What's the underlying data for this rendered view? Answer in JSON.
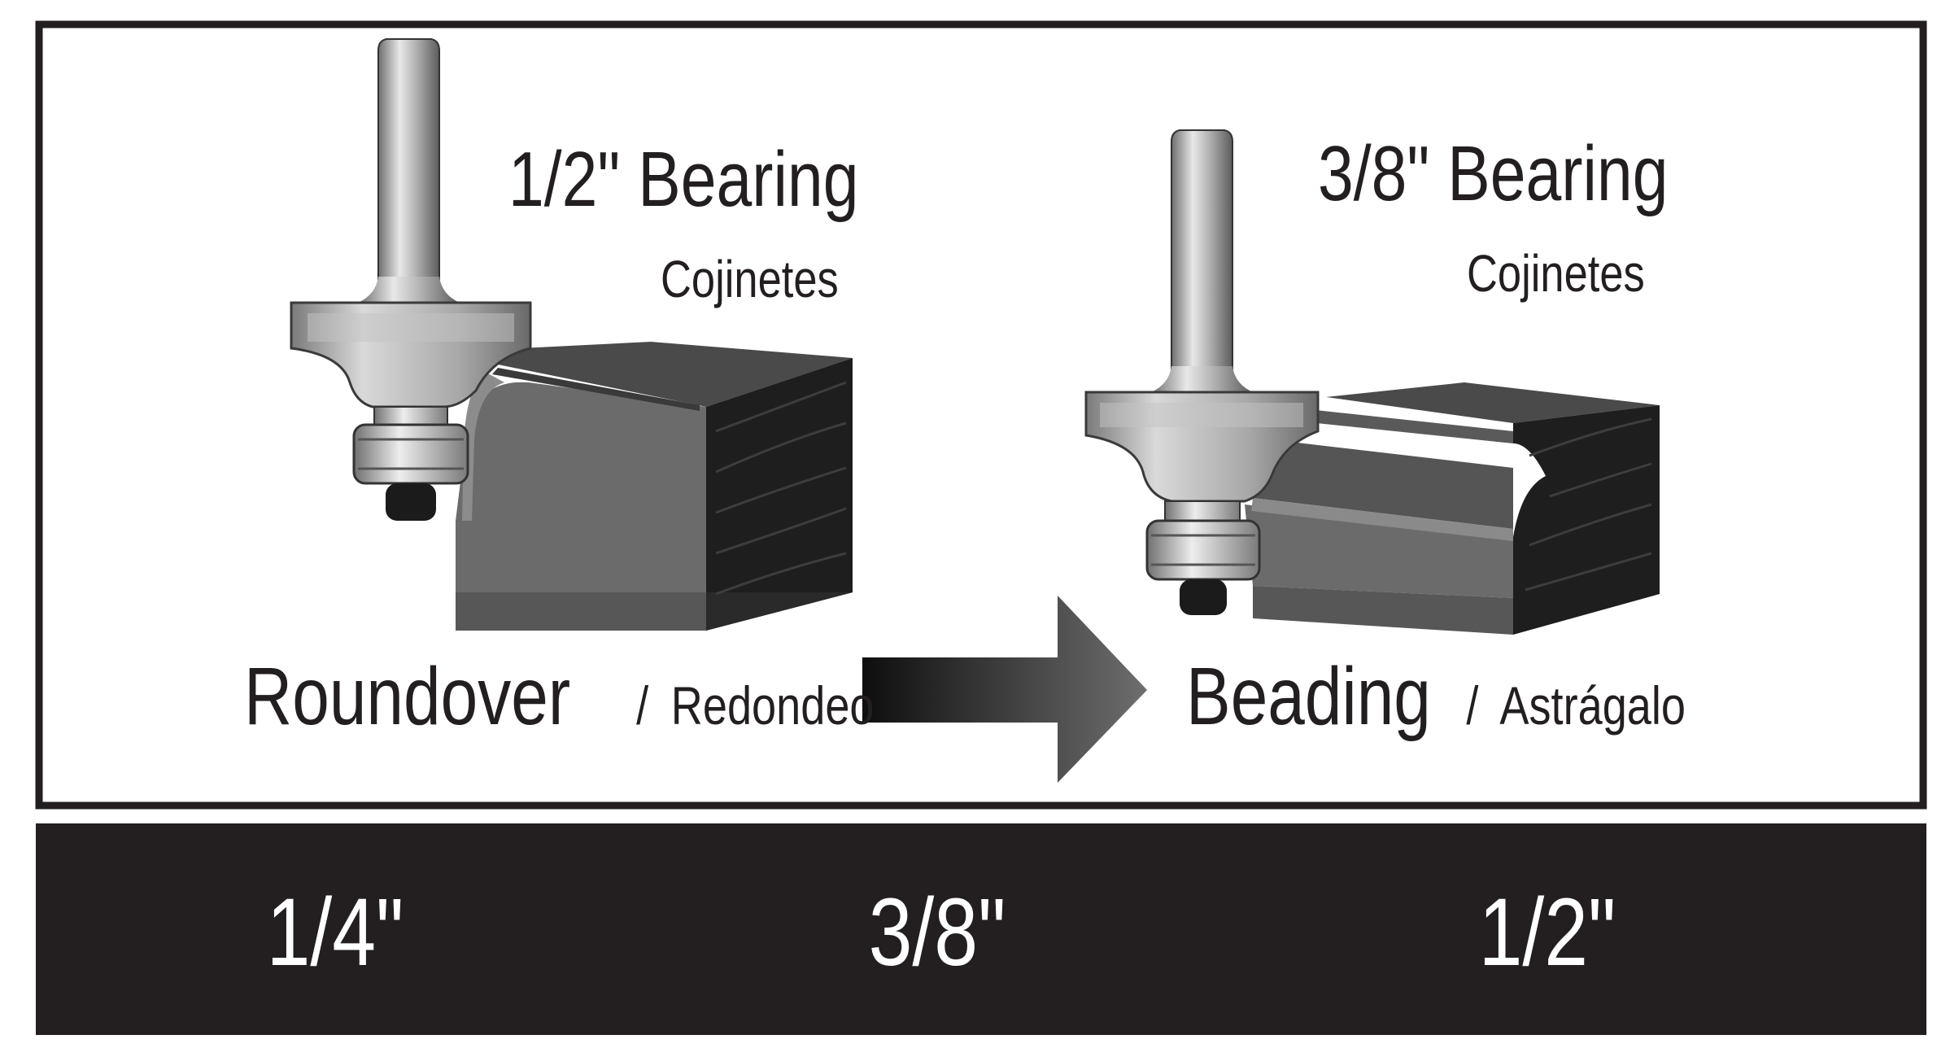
{
  "left_bit": {
    "bearing_label": "1/2\" Bearing",
    "bearing_label_es": "Cojinetes",
    "profile_label": "Roundover",
    "profile_label_separator": "/",
    "profile_label_es": "Redondeo"
  },
  "right_bit": {
    "bearing_label": "3/8\" Bearing",
    "bearing_label_es": "Cojinetes",
    "profile_label": "Beading",
    "profile_label_separator": "/",
    "profile_label_es": "Astrágalo"
  },
  "sizes": [
    "1/4\"",
    "3/8\"",
    "1/2\""
  ],
  "colors": {
    "frame": "#231f20",
    "size_bar": "#231f20",
    "size_text": "#ffffff",
    "wood_top": "#4a4a4a",
    "wood_front": "#6b6b6b",
    "wood_end": "#1e1e1e",
    "steel_light": "#e6e6e6",
    "steel_mid": "#9a9a9a",
    "steel_dark": "#5a5a5a"
  }
}
